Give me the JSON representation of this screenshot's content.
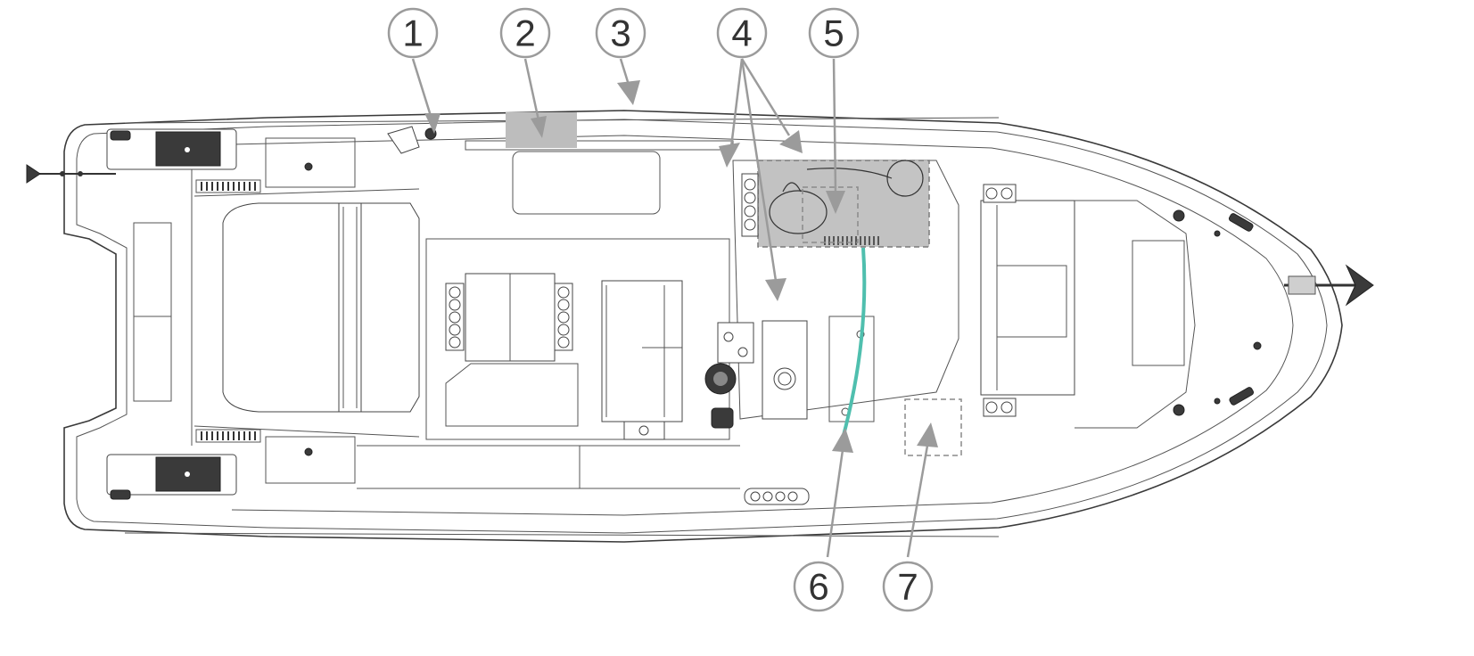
{
  "callouts": [
    {
      "id": "1",
      "label": "1"
    },
    {
      "id": "2",
      "label": "2"
    },
    {
      "id": "3",
      "label": "3"
    },
    {
      "id": "4",
      "label": "4"
    },
    {
      "id": "5",
      "label": "5"
    },
    {
      "id": "6",
      "label": "6"
    },
    {
      "id": "7",
      "label": "7"
    }
  ],
  "colors": {
    "callout_stroke": "#9b9b9b",
    "zone_fill": "#bdbdbd",
    "hose": "#4fbfae",
    "hull_line": "#3a3a3a"
  },
  "icons": [
    "anchor-icon",
    "steering-wheel-icon",
    "cleat-icon",
    "outboard-bracket-icon"
  ]
}
